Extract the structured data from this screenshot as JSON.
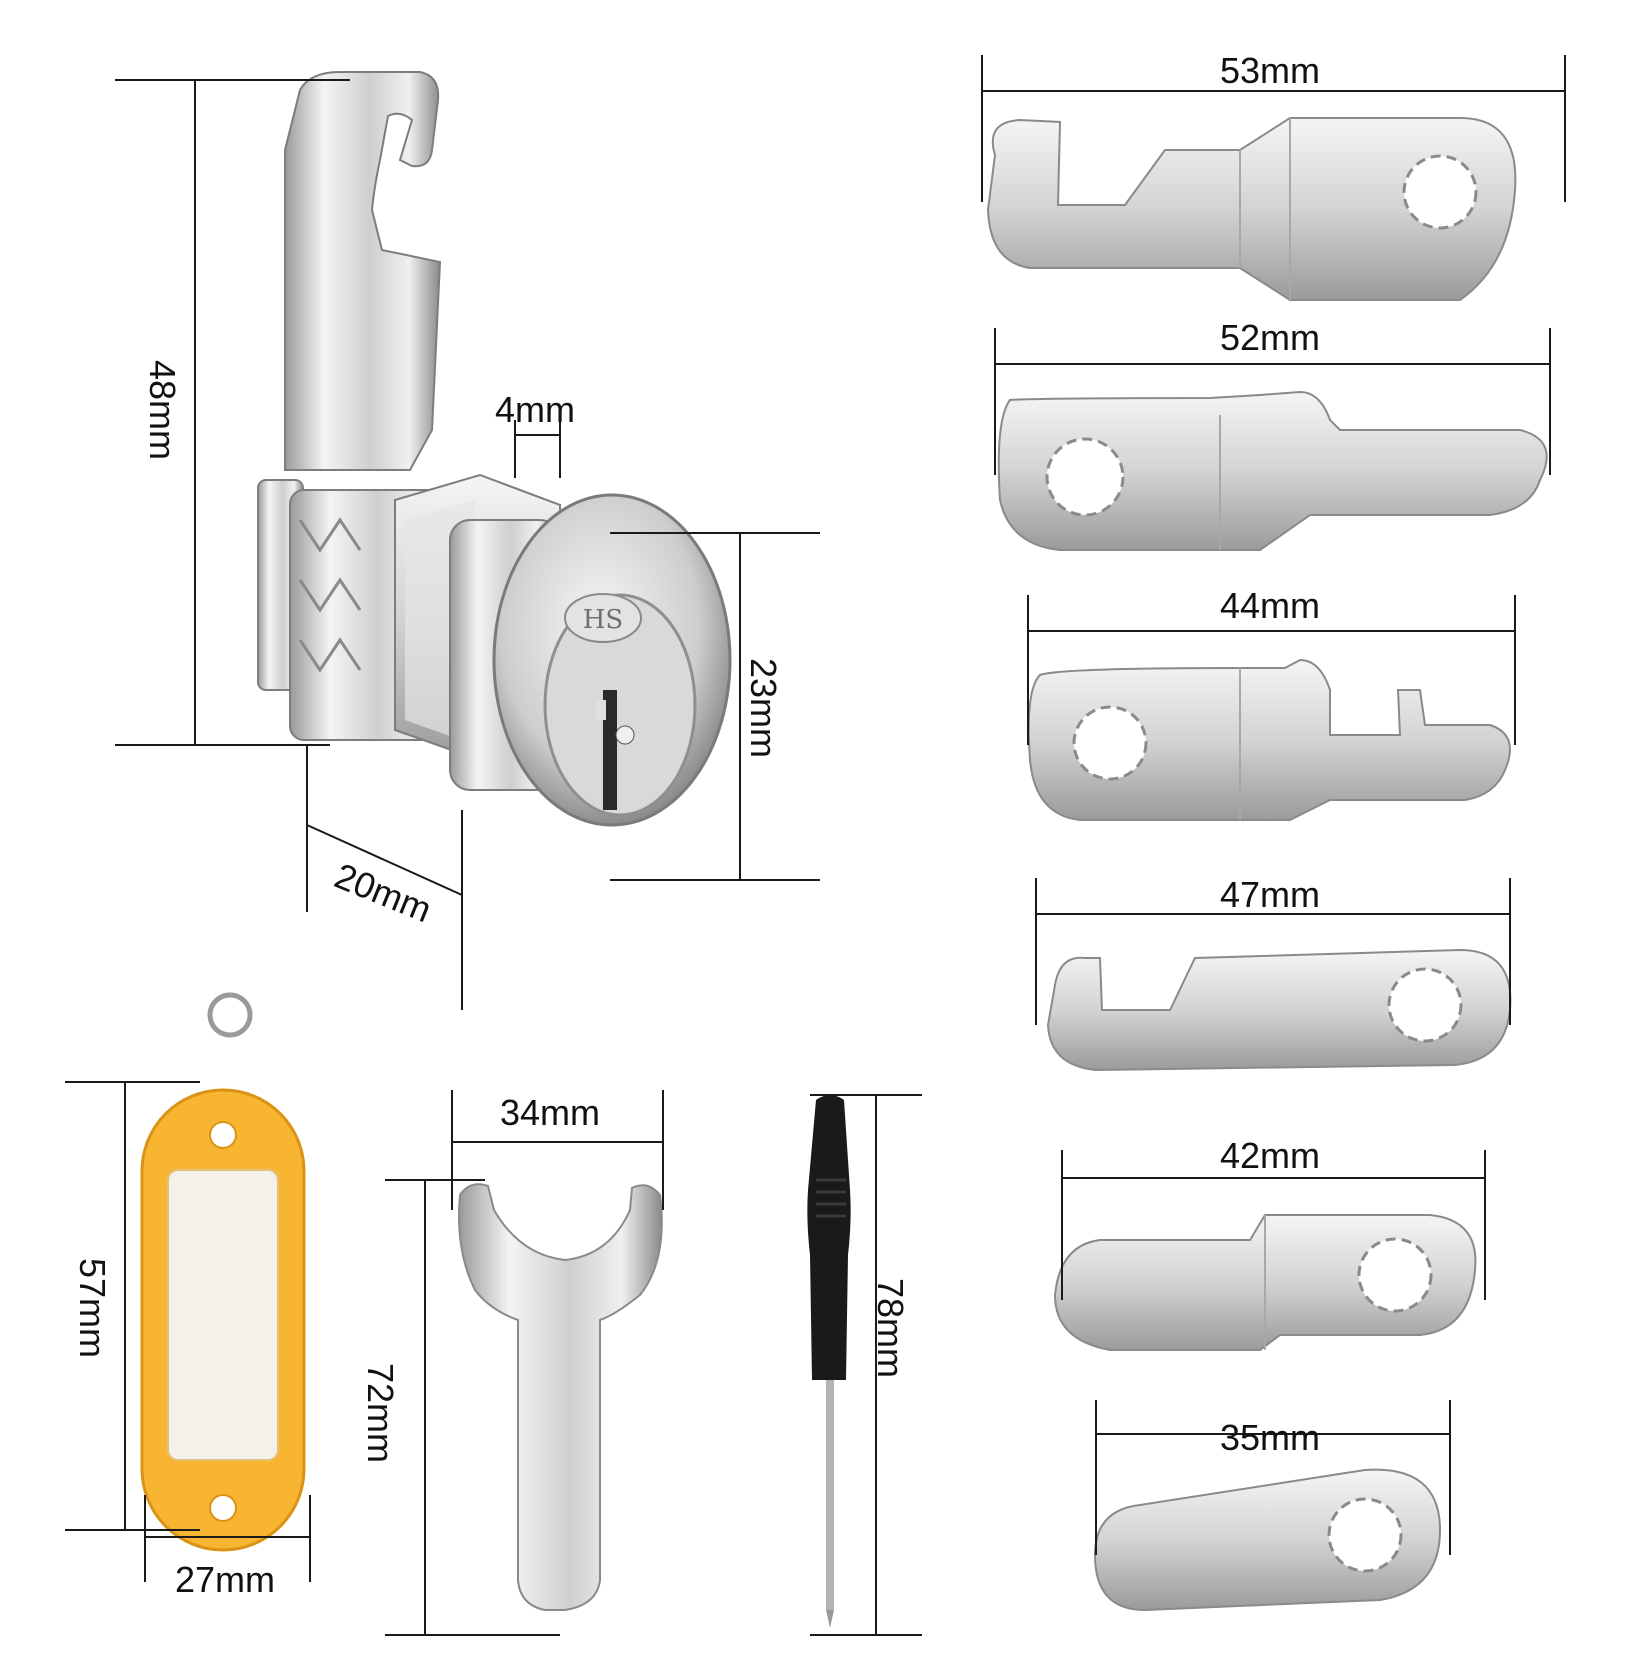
{
  "colors": {
    "metal_light": "#f2f2f2",
    "metal_mid": "#c9c9c9",
    "metal_dark": "#8e8e8e",
    "tag_orange": "#f7b531",
    "tag_window": "#f5f1ea",
    "screwdriver_handle": "#1a1a1a",
    "dimension_line": "#1a1a1a"
  },
  "lock": {
    "height_label": "48mm",
    "shaft_label": "4mm",
    "face_diameter_label": "23mm",
    "body_length_label": "20mm",
    "face_engraving": "HS"
  },
  "cams": [
    {
      "label": "53mm"
    },
    {
      "label": "52mm"
    },
    {
      "label": "44mm"
    },
    {
      "label": "47mm"
    },
    {
      "label": "42mm"
    },
    {
      "label": "35mm"
    }
  ],
  "key_tag": {
    "height_label": "57mm",
    "width_label": "27mm"
  },
  "wrench": {
    "width_label": "34mm",
    "height_label": "72mm"
  },
  "screwdriver": {
    "length_label": "78mm"
  },
  "icons": [
    "cam-lock-icon",
    "cam-plate-icon",
    "key-tag-icon",
    "wrench-icon",
    "screwdriver-icon"
  ]
}
